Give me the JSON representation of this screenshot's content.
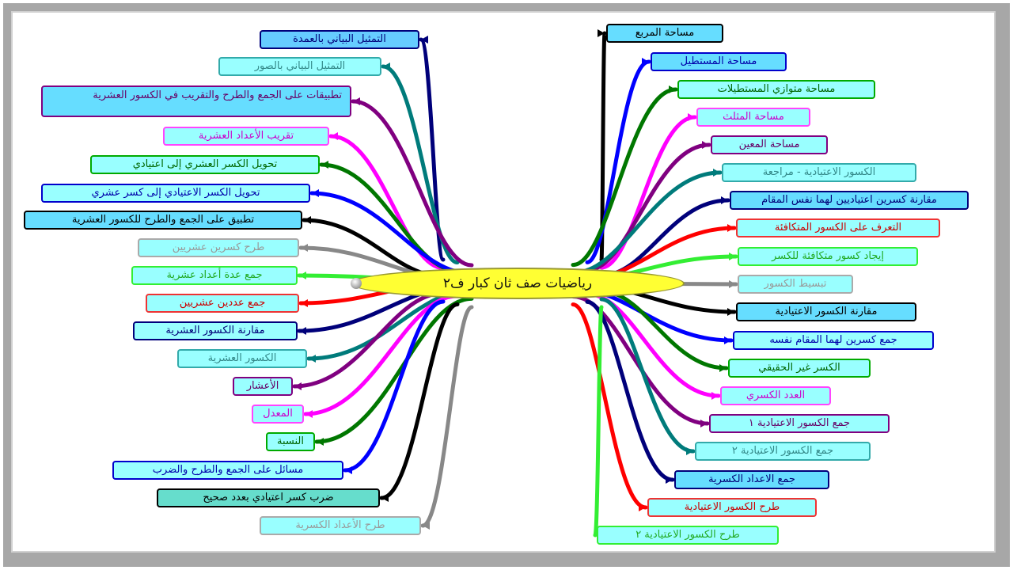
{
  "central": {
    "label": "رياضيات صف ثان كبار ف٢"
  },
  "left": [
    {
      "label": "التمثيل البياني بالعمدة",
      "color": "#00007a",
      "bg": "#66ccff",
      "border": "#00007a",
      "text": "#00007a"
    },
    {
      "label": "التمثيل البياني بالصور",
      "color": "#007b7b",
      "bg": "#99ffff",
      "border": "#33aaaa",
      "text": "#338888"
    },
    {
      "label": "تطبيقات على الجمع والطرح والتقريب في الكسور العشرية",
      "color": "#800080",
      "bg": "#66ddff",
      "border": "#800080",
      "text": "#660066",
      "multi": true
    },
    {
      "label": "تقريب الأعداد العشرية",
      "color": "#ff00ff",
      "bg": "#99ffff",
      "border": "#ff44ff",
      "text": "#cc00cc"
    },
    {
      "label": "تحويل الكسر العشري إلى اعتيادي",
      "color": "#007700",
      "bg": "#99ffff",
      "border": "#00aa00",
      "text": "#006600"
    },
    {
      "label": "تحويل الكسر الاعتيادي إلى كسر عشري",
      "color": "#0000ff",
      "bg": "#99ffff",
      "border": "#0000cc",
      "text": "#0000aa"
    },
    {
      "label": "تطبيق على الجمع والطرح للكسور العشرية",
      "color": "#000000",
      "bg": "#66ddff",
      "border": "#000000",
      "text": "#000000"
    },
    {
      "label": "طرح كسرين عشريين",
      "color": "#888888",
      "bg": "#99ffff",
      "border": "#aaaaaa",
      "text": "#999999"
    },
    {
      "label": "جمع عدة أعداد عشرية",
      "color": "#33ee33",
      "bg": "#99ffff",
      "border": "#33ee33",
      "text": "#22aa22"
    },
    {
      "label": "جمع عددين عشريين",
      "color": "#ff0000",
      "bg": "#99ffff",
      "border": "#ee3333",
      "text": "#cc0000"
    },
    {
      "label": "مقارنة الكسور العشرية",
      "color": "#00007a",
      "bg": "#99ffff",
      "border": "#00007a",
      "text": "#000077"
    },
    {
      "label": "الكسور العشرية",
      "color": "#007b7b",
      "bg": "#99ffff",
      "border": "#33aaaa",
      "text": "#338888"
    },
    {
      "label": "الأعشار",
      "color": "#800080",
      "bg": "#99ffff",
      "border": "#800080",
      "text": "#660066"
    },
    {
      "label": "المعدل",
      "color": "#ff00ff",
      "bg": "#99ffff",
      "border": "#ff44ff",
      "text": "#cc00cc"
    },
    {
      "label": "النسبة",
      "color": "#007700",
      "bg": "#99ffff",
      "border": "#00aa00",
      "text": "#006600"
    },
    {
      "label": "مسائل على الجمع والطرح والضرب",
      "color": "#0000ff",
      "bg": "#99ffff",
      "border": "#0000cc",
      "text": "#0000aa"
    },
    {
      "label": "ضرب كسر اعتيادي بعدد صحيح",
      "color": "#000000",
      "bg": "#66ddcc",
      "border": "#000000",
      "text": "#000000"
    },
    {
      "label": "طرح الأعداد الكسرية",
      "color": "#888888",
      "bg": "#99ffff",
      "border": "#aaaaaa",
      "text": "#999999"
    }
  ],
  "right": [
    {
      "label": "مساحة المربع",
      "color": "#000000",
      "bg": "#66ddff",
      "border": "#000000",
      "text": "#000000"
    },
    {
      "label": "مساحة المستطيل",
      "color": "#0000ff",
      "bg": "#66ddff",
      "border": "#0000cc",
      "text": "#0000aa"
    },
    {
      "label": "مساحة متوازي المستطيلات",
      "color": "#007700",
      "bg": "#99ffff",
      "border": "#00aa00",
      "text": "#006600"
    },
    {
      "label": "مساحة المثلث",
      "color": "#ff00ff",
      "bg": "#99ffff",
      "border": "#ff44ff",
      "text": "#cc00cc"
    },
    {
      "label": "مساحة المعين",
      "color": "#800080",
      "bg": "#99ffff",
      "border": "#800080",
      "text": "#660066"
    },
    {
      "label": "الكسور الاعتيادية - مراجعة",
      "color": "#007b7b",
      "bg": "#99ffff",
      "border": "#33aaaa",
      "text": "#338888"
    },
    {
      "label": "مقارنة كسرين اعتياديين لهما نفس المقام",
      "color": "#00007a",
      "bg": "#66ddff",
      "border": "#00007a",
      "text": "#000077"
    },
    {
      "label": "التعرف على الكسور المتكافئة",
      "color": "#ff0000",
      "bg": "#99ffff",
      "border": "#ee3333",
      "text": "#cc0000"
    },
    {
      "label": "إيجاد كسور متكافئة للكسر",
      "color": "#33ee33",
      "bg": "#99ffff",
      "border": "#33ee33",
      "text": "#22aa22"
    },
    {
      "label": "تبسيط الكسور",
      "color": "#888888",
      "bg": "#99ffff",
      "border": "#aaaaaa",
      "text": "#999999"
    },
    {
      "label": "مقارنة الكسور الاعتيادية",
      "color": "#000000",
      "bg": "#66ddff",
      "border": "#000000",
      "text": "#000000"
    },
    {
      "label": "جمع كسرين لهما المقام نفسه",
      "color": "#0000ff",
      "bg": "#99ffff",
      "border": "#0000cc",
      "text": "#0000aa"
    },
    {
      "label": "الكسر غير الحقيقي",
      "color": "#007700",
      "bg": "#99ffff",
      "border": "#00aa00",
      "text": "#006600"
    },
    {
      "label": "العدد الكسري",
      "color": "#ff00ff",
      "bg": "#99ffff",
      "border": "#ff44ff",
      "text": "#cc00cc"
    },
    {
      "label": "جمع الكسور الاعتيادية ١",
      "color": "#800080",
      "bg": "#99ffff",
      "border": "#800080",
      "text": "#660066"
    },
    {
      "label": "جمع الكسور الاعتيادية ٢",
      "color": "#007b7b",
      "bg": "#99ffff",
      "border": "#33aaaa",
      "text": "#338888"
    },
    {
      "label": "جمع الاعداد الكسرية",
      "color": "#00007a",
      "bg": "#66ddff",
      "border": "#00007a",
      "text": "#000077"
    },
    {
      "label": "طرح الكسور الاعتيادية",
      "color": "#ff0000",
      "bg": "#99ffff",
      "border": "#ee3333",
      "text": "#cc0000"
    },
    {
      "label": "طرح الكسور الاعتيادية ٢",
      "color": "#33ee33",
      "bg": "#99ffff",
      "border": "#33ee33",
      "text": "#22aa22"
    }
  ]
}
